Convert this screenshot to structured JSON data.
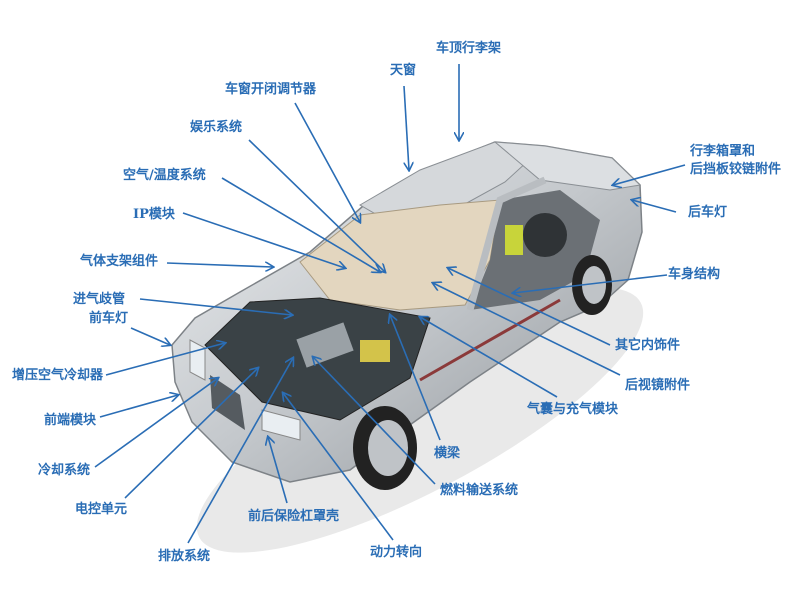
{
  "title": "汽车零部件示意图",
  "colors": {
    "label": "#2a6db5",
    "arrow": "#2a6db5",
    "body": "#c9ccd0",
    "interior": "#e3d6bf",
    "engine": "#3a4246"
  },
  "labels": {
    "roof_rack": "车顶行李架",
    "sunroof": "天窗",
    "window_regulator": "车窗开闭调节器",
    "entertainment": "娱乐系统",
    "air_temp": "空气/温度系统",
    "ip_module": "IP模块",
    "gas_strut": "气体支架组件",
    "intake_manifold": "进气歧管",
    "headlamp": "前车灯",
    "charge_air_cooler": "增压空气冷却器",
    "front_end_module": "前端模块",
    "cooling_system": "冷却系统",
    "ecu": "电控单元",
    "exhaust": "排放系统",
    "bumper_fascia": "前后保险杠罩壳",
    "power_steering": "动力转向",
    "fuel_delivery": "燃料输送系统",
    "cross_beam": "横梁",
    "airbag": "气囊与充气模块",
    "mirror": "后视镜附件",
    "other_interior": "其它内饰件",
    "body_structure": "车身结构",
    "tail_lamp": "后车灯",
    "trunk_line1": "行李箱罩和",
    "trunk_line2": "后挡板铰链附件"
  }
}
